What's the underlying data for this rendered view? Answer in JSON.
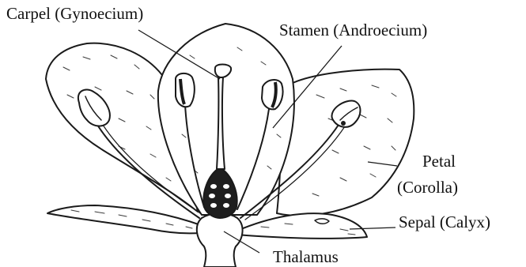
{
  "diagram": {
    "labels": {
      "carpel": "Carpel (Gynoecium)",
      "stamen": "Stamen (Androecium)",
      "petal": "Petal",
      "corolla": "(Corolla)",
      "sepal": "Sepal (Calyx)",
      "thalamus": "Thalamus"
    },
    "colors": {
      "ink": "#1a1a1a",
      "background": "#ffffff"
    }
  }
}
